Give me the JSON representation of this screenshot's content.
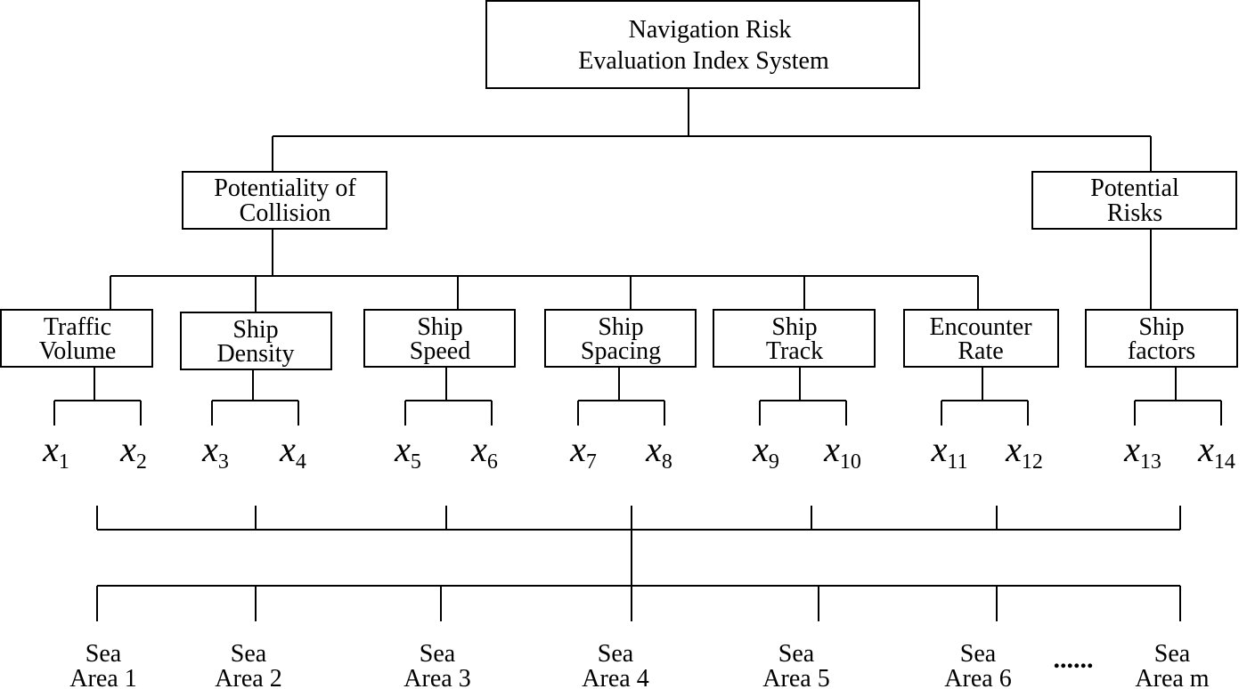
{
  "root": {
    "lines": [
      "Navigation Risk",
      "Evaluation Index System"
    ]
  },
  "level1": [
    {
      "id": "collision",
      "lines": [
        "Potentiality of",
        "Collision"
      ]
    },
    {
      "id": "potential-risks",
      "lines": [
        "Potential",
        "Risks"
      ]
    }
  ],
  "level2": [
    {
      "id": "traffic-volume",
      "lines": [
        "Traffic",
        "Volume"
      ]
    },
    {
      "id": "ship-density",
      "lines": [
        "Ship",
        "Density"
      ]
    },
    {
      "id": "ship-speed",
      "lines": [
        "Ship",
        "Speed"
      ]
    },
    {
      "id": "ship-spacing",
      "lines": [
        "Ship",
        "Spacing"
      ]
    },
    {
      "id": "ship-track",
      "lines": [
        "Ship",
        "Track"
      ]
    },
    {
      "id": "encounter-rate",
      "lines": [
        "Encounter",
        "Rate"
      ]
    },
    {
      "id": "ship-factors",
      "lines": [
        "Ship",
        "factors"
      ]
    }
  ],
  "indicators": [
    {
      "base": "x",
      "sub": "1"
    },
    {
      "base": "x",
      "sub": "2"
    },
    {
      "base": "x",
      "sub": "3"
    },
    {
      "base": "x",
      "sub": "4"
    },
    {
      "base": "x",
      "sub": "5"
    },
    {
      "base": "x",
      "sub": "6"
    },
    {
      "base": "x",
      "sub": "7"
    },
    {
      "base": "x",
      "sub": "8"
    },
    {
      "base": "x",
      "sub": "9"
    },
    {
      "base": "x",
      "sub": "10"
    },
    {
      "base": "x",
      "sub": "11"
    },
    {
      "base": "x",
      "sub": "12"
    },
    {
      "base": "x",
      "sub": "13"
    },
    {
      "base": "x",
      "sub": "14"
    }
  ],
  "areas": [
    {
      "lines": [
        "Sea",
        "Area 1"
      ]
    },
    {
      "lines": [
        "Sea",
        "Area 2"
      ]
    },
    {
      "lines": [
        "Sea",
        "Area 3"
      ]
    },
    {
      "lines": [
        "Sea",
        "Area 4"
      ]
    },
    {
      "lines": [
        "Sea",
        "Area 5"
      ]
    },
    {
      "lines": [
        "Sea",
        "Area 6"
      ]
    },
    {
      "lines": [
        "Sea",
        "Area m"
      ]
    }
  ],
  "ellipsis": "......"
}
